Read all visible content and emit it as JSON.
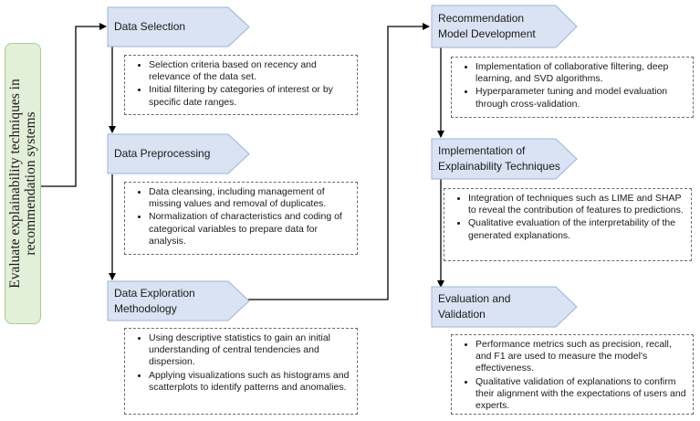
{
  "root": {
    "label": "Evaluate explainability techniques in recommendation systems"
  },
  "colors": {
    "stage_fill": "#dae3f3",
    "stage_border": "#9db3d8",
    "root_fill": "#e2efd9",
    "root_border": "#a9cc8f",
    "connector": "#000000",
    "detail_border": "#6b6b6b"
  },
  "stages": [
    {
      "title": "Data Selection",
      "bullets": [
        "Selection criteria based on recency and relevance of the data set.",
        "Initial filtering by categories of interest or by specific date ranges."
      ]
    },
    {
      "title": "Data Preprocessing",
      "bullets": [
        "Data cleansing, including management of missing values and removal of duplicates.",
        "Normalization of characteristics and coding of categorical variables to prepare data for analysis."
      ]
    },
    {
      "title": "Data Exploration\nMethodology",
      "bullets": [
        "Using descriptive statistics to gain an initial understanding of central tendencies and dispersion.",
        "Applying visualizations such as histograms and scatterplots to identify patterns and anomalies."
      ]
    },
    {
      "title": "Recommendation\nModel Development",
      "bullets": [
        "Implementation of collaborative filtering, deep learning, and SVD algorithms.",
        "Hyperparameter tuning and model evaluation through cross-validation."
      ]
    },
    {
      "title": "Implementation of\nExplainability Techniques",
      "bullets": [
        "Integration of techniques such as LIME and SHAP to reveal the contribution of features to predictions.",
        "Qualitative evaluation of the interpretability of the generated explanations."
      ]
    },
    {
      "title": "Evaluation and\nValidation",
      "bullets": [
        "Performance metrics such as precision, recall, and F1 are used to measure the model's effectiveness.",
        "Qualitative validation of explanations to confirm their alignment with the expectations of users and experts."
      ]
    }
  ]
}
